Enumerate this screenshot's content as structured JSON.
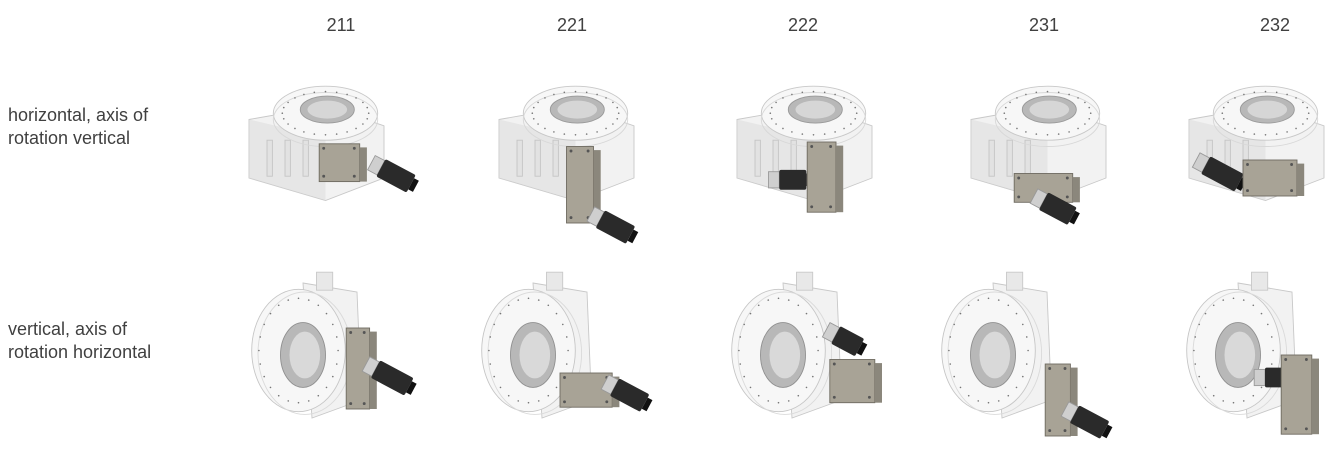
{
  "columns": [
    {
      "label": "211"
    },
    {
      "label": "221"
    },
    {
      "label": "222"
    },
    {
      "label": "231"
    },
    {
      "label": "232"
    }
  ],
  "rows": [
    {
      "label_line1": "horizontal, axis of",
      "label_line2": "rotation vertical"
    },
    {
      "label_line1": "vertical, axis of",
      "label_line2": "rotation horizontal"
    }
  ],
  "colors": {
    "housing": "#f2f2f2",
    "housing_shade": "#d9d9d9",
    "gearbox": "#a8a396",
    "gearbox_shade": "#8b877c",
    "motor": "#2a2a2a",
    "ring_inner": "#b8b8b8"
  }
}
